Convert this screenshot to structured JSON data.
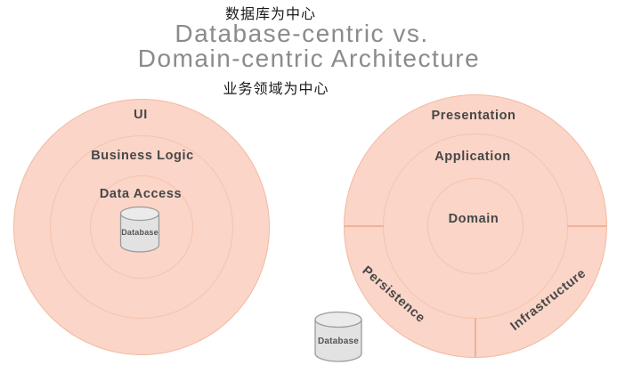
{
  "header": {
    "annotation_top": "数据库为中心",
    "title_line1": "Database-centric vs.",
    "title_line2": "Domain-centric Architecture",
    "annotation_bottom": "业务领域为中心"
  },
  "left_diagram": {
    "name": "Database-centric architecture",
    "layers": [
      "UI",
      "Business Logic",
      "Data Access"
    ],
    "database_label": "Database"
  },
  "right_diagram": {
    "name": "Domain-centric architecture",
    "layers": [
      "Presentation",
      "Application",
      "Domain"
    ],
    "outer_segments": [
      "Persistence",
      "Infrastructure"
    ],
    "database_label": "Database"
  },
  "colors": {
    "circle_fill": "#fad5c8",
    "ring_stroke": "#f6c4ac",
    "divider_stroke": "#f0b298",
    "label_text": "#474747",
    "title_text": "#8b8b8b",
    "annotation_text": "#1b1b1b",
    "cylinder_body": "#e2e2e2",
    "cylinder_top": "#ebebeb",
    "cylinder_stroke": "#9c9c9c"
  }
}
